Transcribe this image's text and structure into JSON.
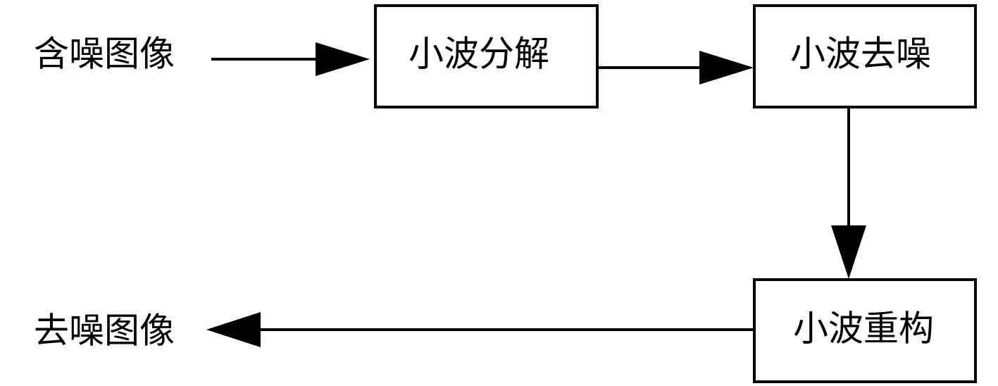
{
  "diagram": {
    "input_label": "含噪图像",
    "output_label": "去噪图像",
    "steps": [
      {
        "label": "小波分解"
      },
      {
        "label": "小波去噪"
      },
      {
        "label": "小波重构"
      }
    ]
  },
  "colors": {
    "stroke": "#000000",
    "background": "#ffffff"
  }
}
